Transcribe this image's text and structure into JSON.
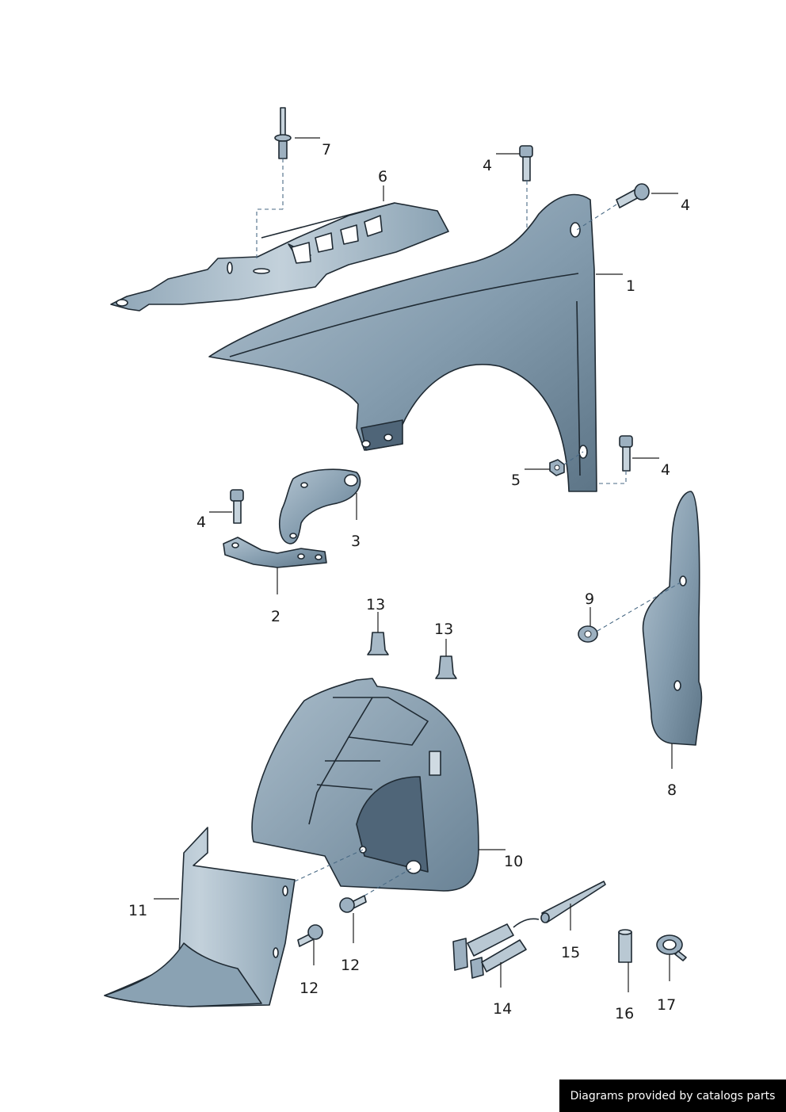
{
  "callouts": {
    "c1": "1",
    "c2": "2",
    "c3": "3",
    "c4a": "4",
    "c4b": "4",
    "c4c": "4",
    "c4d": "4",
    "c5": "5",
    "c6": "6",
    "c7": "7",
    "c8": "8",
    "c9": "9",
    "c10": "10",
    "c11": "11",
    "c12a": "12",
    "c12b": "12",
    "c13a": "13",
    "c13b": "13",
    "c14": "14",
    "c15": "15",
    "c16": "16",
    "c17": "17"
  },
  "credit": "Diagrams provided by catalogs parts",
  "colors": {
    "part_body": "#7f97a9",
    "part_light": "#b9c8d3",
    "outline": "#1f2a33",
    "leader": "#1d1d1d"
  }
}
